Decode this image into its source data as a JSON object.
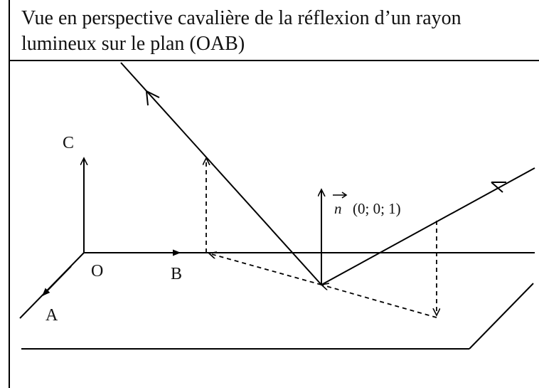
{
  "figure": {
    "title_line1": "Vue en perspective cavalière de la réflexion d’un rayon",
    "title_line2": "lumineux sur le plan (OAB)"
  },
  "diagram": {
    "labels": {
      "C": "C",
      "O": "O",
      "B": "B",
      "A": "A",
      "n_vector": "n",
      "n_coords": "(0; 0; 1)"
    }
  }
}
